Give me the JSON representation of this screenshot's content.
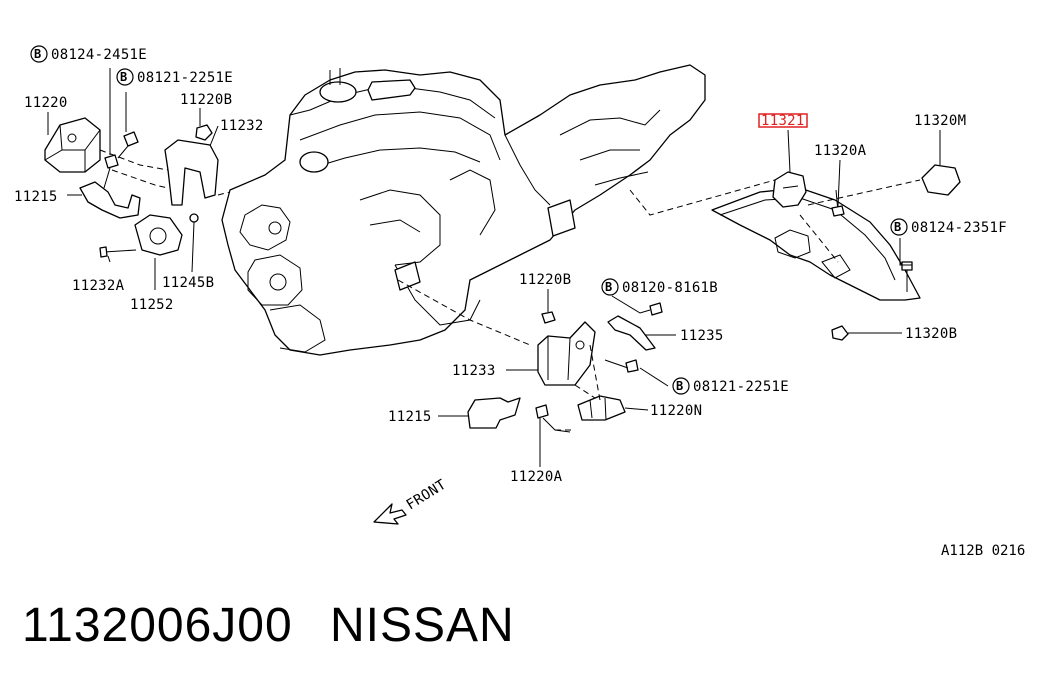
{
  "diagram": {
    "labels": {
      "b_08124_2451E": "08124-2451E",
      "b_08121_2251E_top": "08121-2251E",
      "p_11220": "11220",
      "p_11220B_top": "11220B",
      "p_11232": "11232",
      "p_11215_left": "11215",
      "p_11232A": "11232A",
      "p_11245B": "11245B",
      "p_11252": "11252",
      "p_11321": "11321",
      "p_11320A": "11320A",
      "p_11320M": "11320M",
      "b_08124_2351F": "08124-2351F",
      "p_11320B": "11320B",
      "p_11220B_mid": "11220B",
      "b_08120_8161B": "08120-8161B",
      "p_11235": "11235",
      "p_11233": "11233",
      "b_08121_2251E_mid": "08121-2251E",
      "p_11215_mid": "11215",
      "p_11220N": "11220N",
      "p_11220A": "11220A",
      "front": "FRONT"
    },
    "bolt_symbol": "B",
    "highlight_color": "#e02020",
    "highlighted_part": "11321",
    "diagram_code": "A112B 0216"
  },
  "footer": {
    "part_number": "1132006J00",
    "brand": "NISSAN"
  }
}
